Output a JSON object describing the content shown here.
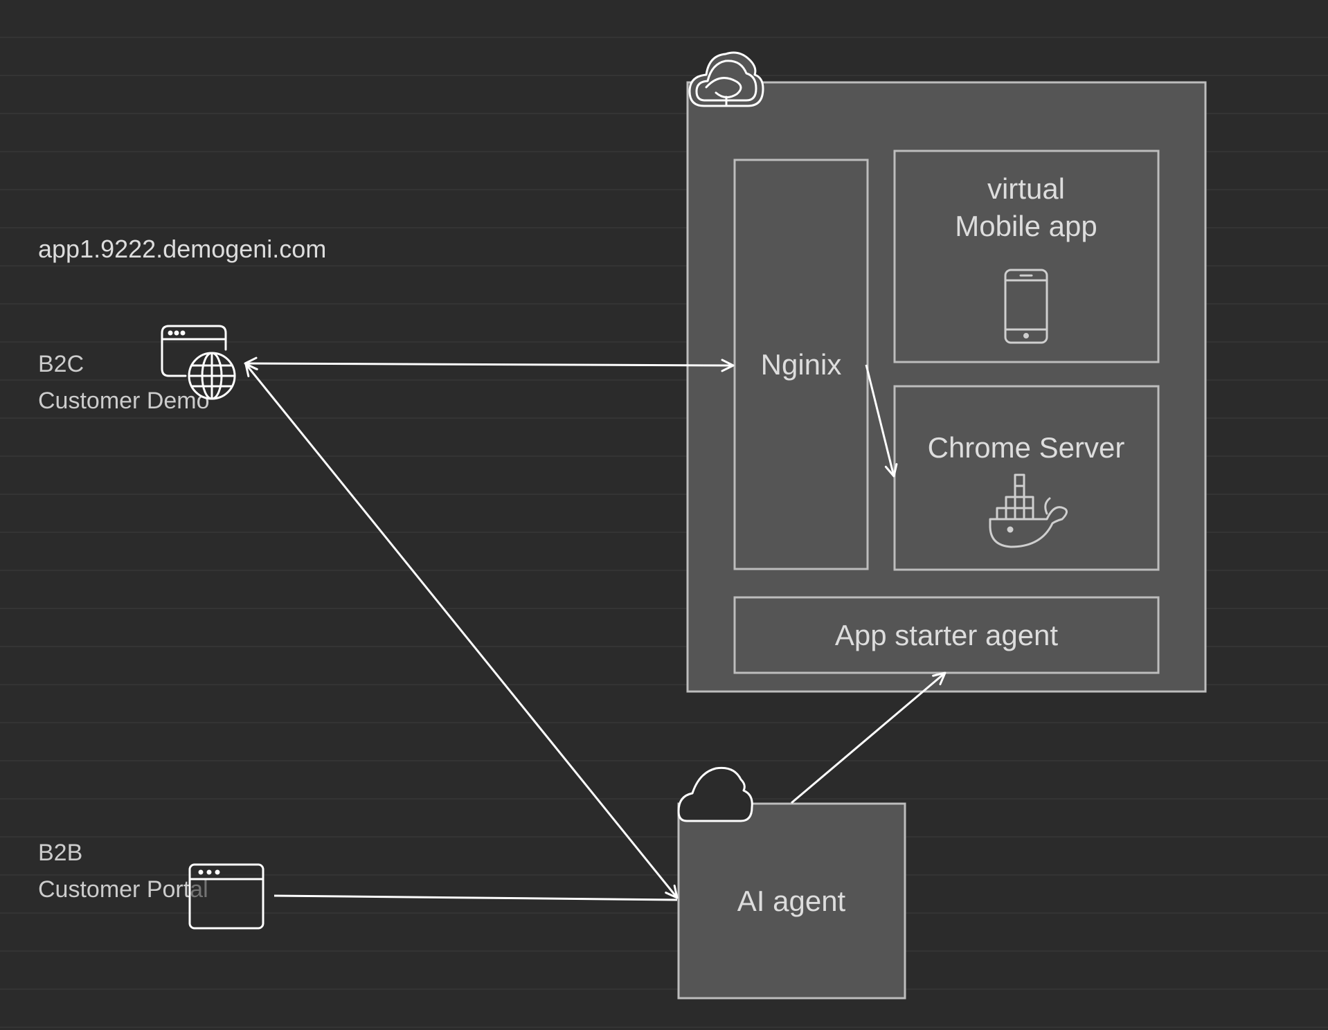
{
  "domain_label": "app1.9222.demogeni.com",
  "b2c": {
    "line1": "B2C",
    "line2": "Customer Demo"
  },
  "b2b": {
    "line1": "B2B",
    "line2": "Customer Portal"
  },
  "nodes": {
    "nginx": "Nginix",
    "mobile_line1": "virtual",
    "mobile_line2": "Mobile app",
    "chrome": "Chrome Server",
    "starter": "App starter agent",
    "ai_agent": "AI agent"
  },
  "icons": {
    "cloud_platform": "google-cloud-icon",
    "cloud": "cloud-icon",
    "phone": "mobile-phone-icon",
    "docker": "docker-whale-icon",
    "browser_globe": "browser-globe-icon",
    "browser": "browser-window-icon"
  },
  "colors": {
    "background": "#2b2b2b",
    "box_fill": "#555555",
    "box_stroke": "#bdbdbd",
    "text": "#d8d8d8",
    "arrow": "#ffffff"
  }
}
